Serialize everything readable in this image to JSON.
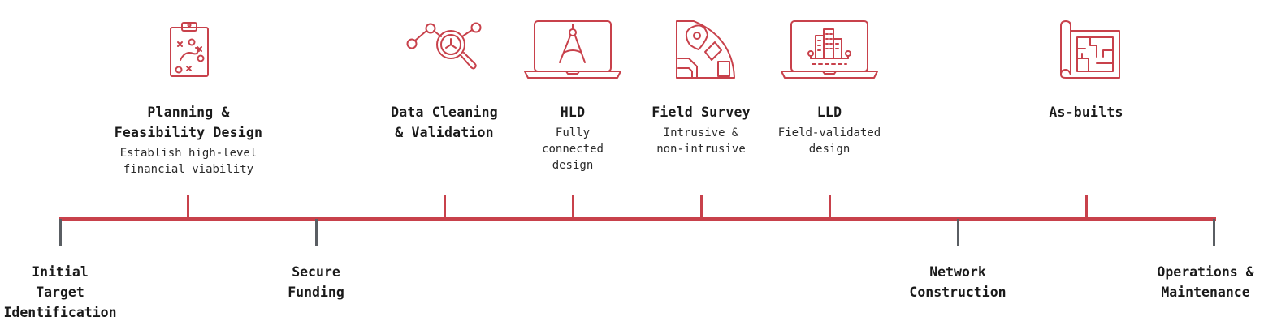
{
  "colors": {
    "accent": "#c8414b",
    "milestone_tick": "#5a5e63",
    "text": "#1a1a1a"
  },
  "stages": [
    {
      "title": "Planning &\nFeasibility Design",
      "description": "Establish high-level\nfinancial viability",
      "icon": "clipboard-strategy-icon"
    },
    {
      "title": "Data Cleaning\n& Validation",
      "description": "",
      "icon": "magnifier-network-icon"
    },
    {
      "title": "HLD",
      "description": "Fully\nconnected\ndesign",
      "icon": "laptop-compass-icon"
    },
    {
      "title": "Field Survey",
      "description": "Intrusive &\nnon-intrusive",
      "icon": "map-pin-icon"
    },
    {
      "title": "LLD",
      "description": "Field-validated\ndesign",
      "icon": "laptop-city-icon"
    },
    {
      "title": "As-builts",
      "description": "",
      "icon": "blueprint-scroll-icon"
    }
  ],
  "milestones": [
    {
      "label": "Initial\nTarget\nIdentification"
    },
    {
      "label": "Secure\nFunding"
    },
    {
      "label": "Network\nConstruction"
    },
    {
      "label": "Operations &\nMaintenance"
    }
  ]
}
